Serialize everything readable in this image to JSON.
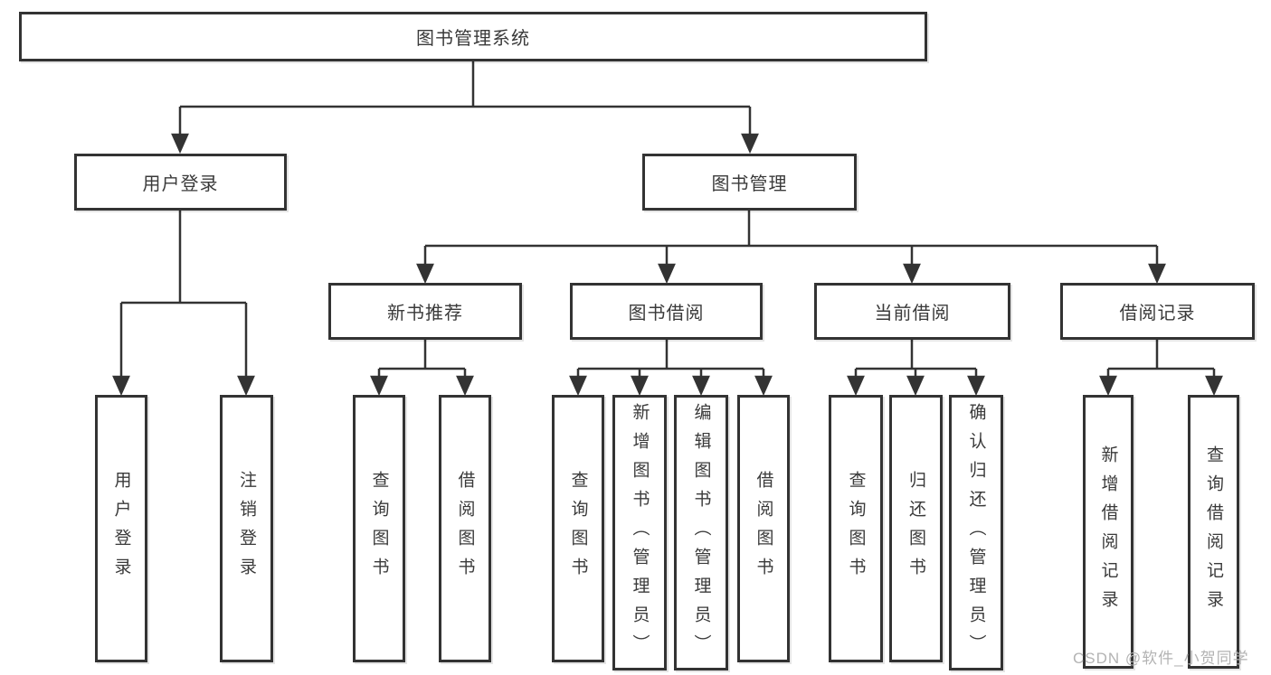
{
  "diagram": {
    "root": {
      "label": "图书管理系统"
    },
    "level2": [
      {
        "label": "用户登录"
      },
      {
        "label": "图书管理"
      }
    ],
    "level3": [
      {
        "label": "新书推荐"
      },
      {
        "label": "图书借阅"
      },
      {
        "label": "当前借阅"
      },
      {
        "label": "借阅记录"
      }
    ],
    "leaves": {
      "user_login": [
        "用户登录",
        "注销登录"
      ],
      "new_books": [
        "查询图书",
        "借阅图书"
      ],
      "book_borrow": [
        "查询图书",
        "新增图书（管理员）",
        "编辑图书（管理员）",
        "借阅图书"
      ],
      "current_borrow": [
        "查询图书",
        "归还图书",
        "确认归还（管理员）"
      ],
      "borrow_records": [
        "新增借阅记录",
        "查询借阅记录"
      ]
    },
    "watermark": "CSDN @软件_小贺同学",
    "colors": {
      "line": "#333333",
      "text": "#3a3a3a",
      "box_background": "#ffffff",
      "watermark": "#b3b3b3"
    }
  }
}
